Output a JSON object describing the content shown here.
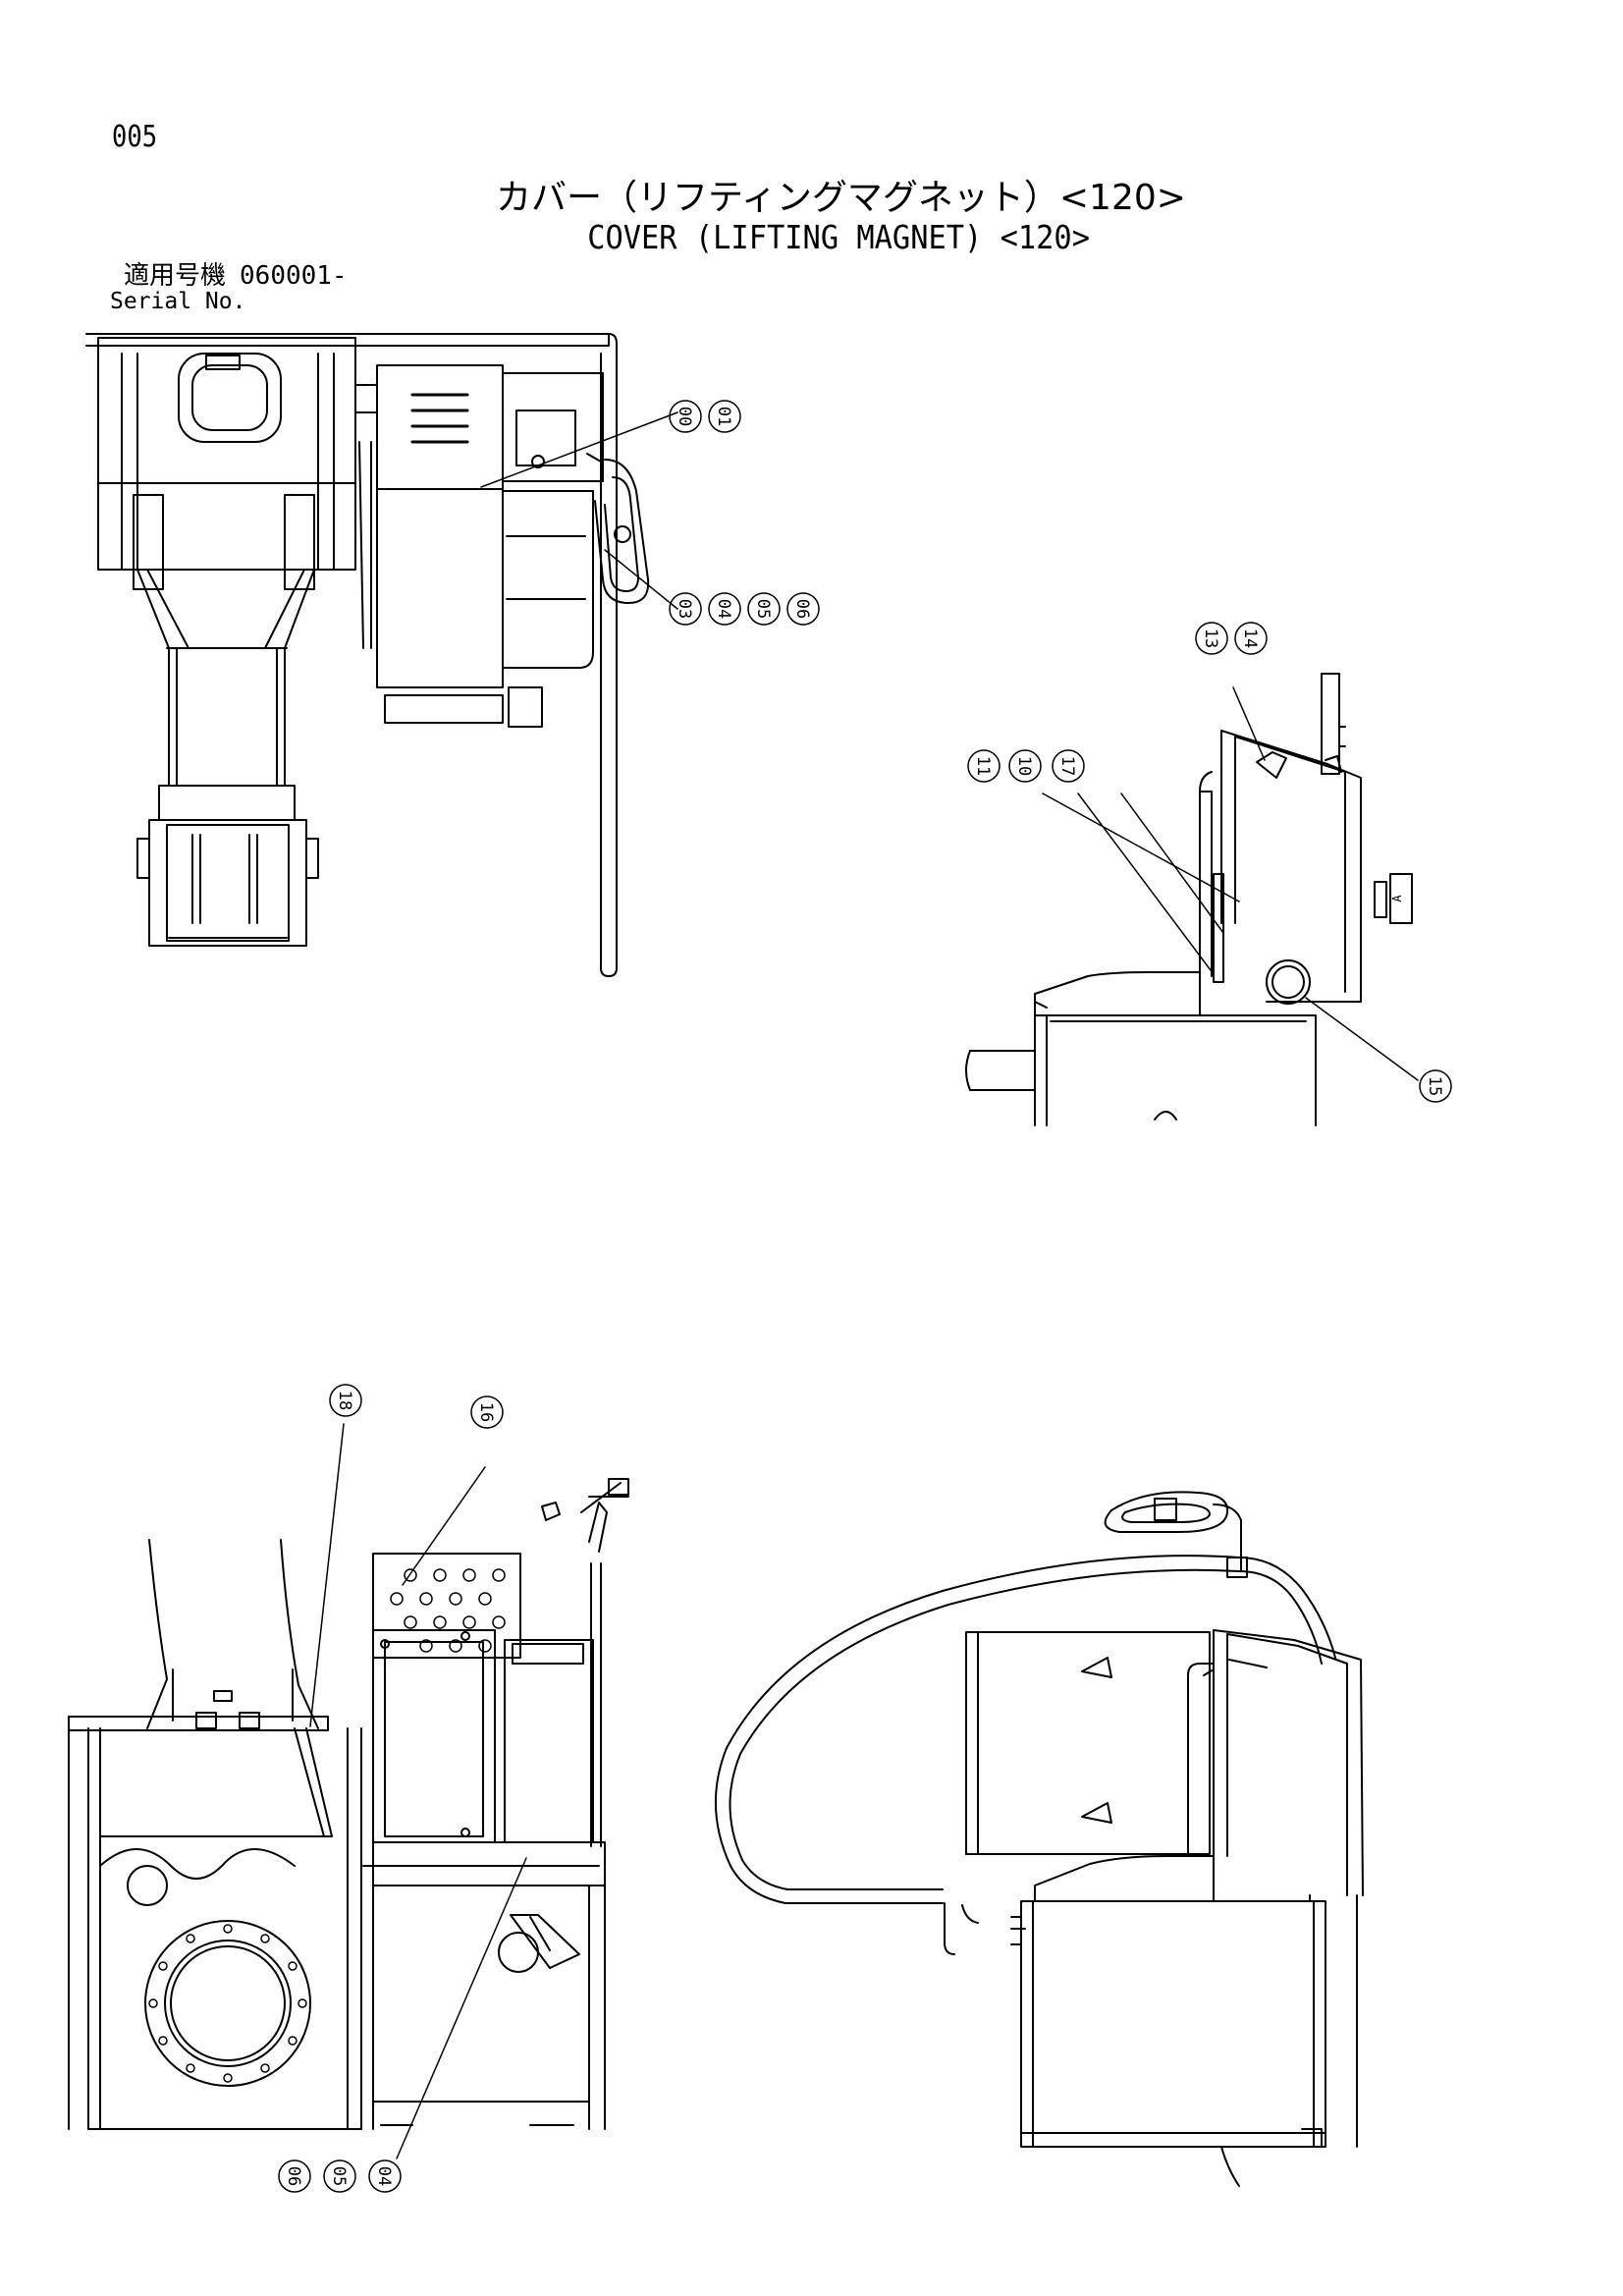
{
  "page": {
    "number": "005",
    "title_jp": "カバー（リフティングマグネット）<120>",
    "title_en": "COVER (LIFTING MAGNET) <120>",
    "serial_label_jp": "適用号機",
    "serial_label_en": "Serial No.",
    "serial_value": "060001-"
  },
  "callouts": {
    "c00": "00",
    "c01": "01",
    "c03": "03",
    "c04a": "04",
    "c05a": "05",
    "c06a": "06",
    "c13": "13",
    "c14": "14",
    "c11": "11",
    "c10": "10",
    "c17": "17",
    "c15": "15",
    "c18": "18",
    "c16": "16",
    "c06b": "06",
    "c05b": "05",
    "c04b": "04"
  },
  "label_plate": "A"
}
